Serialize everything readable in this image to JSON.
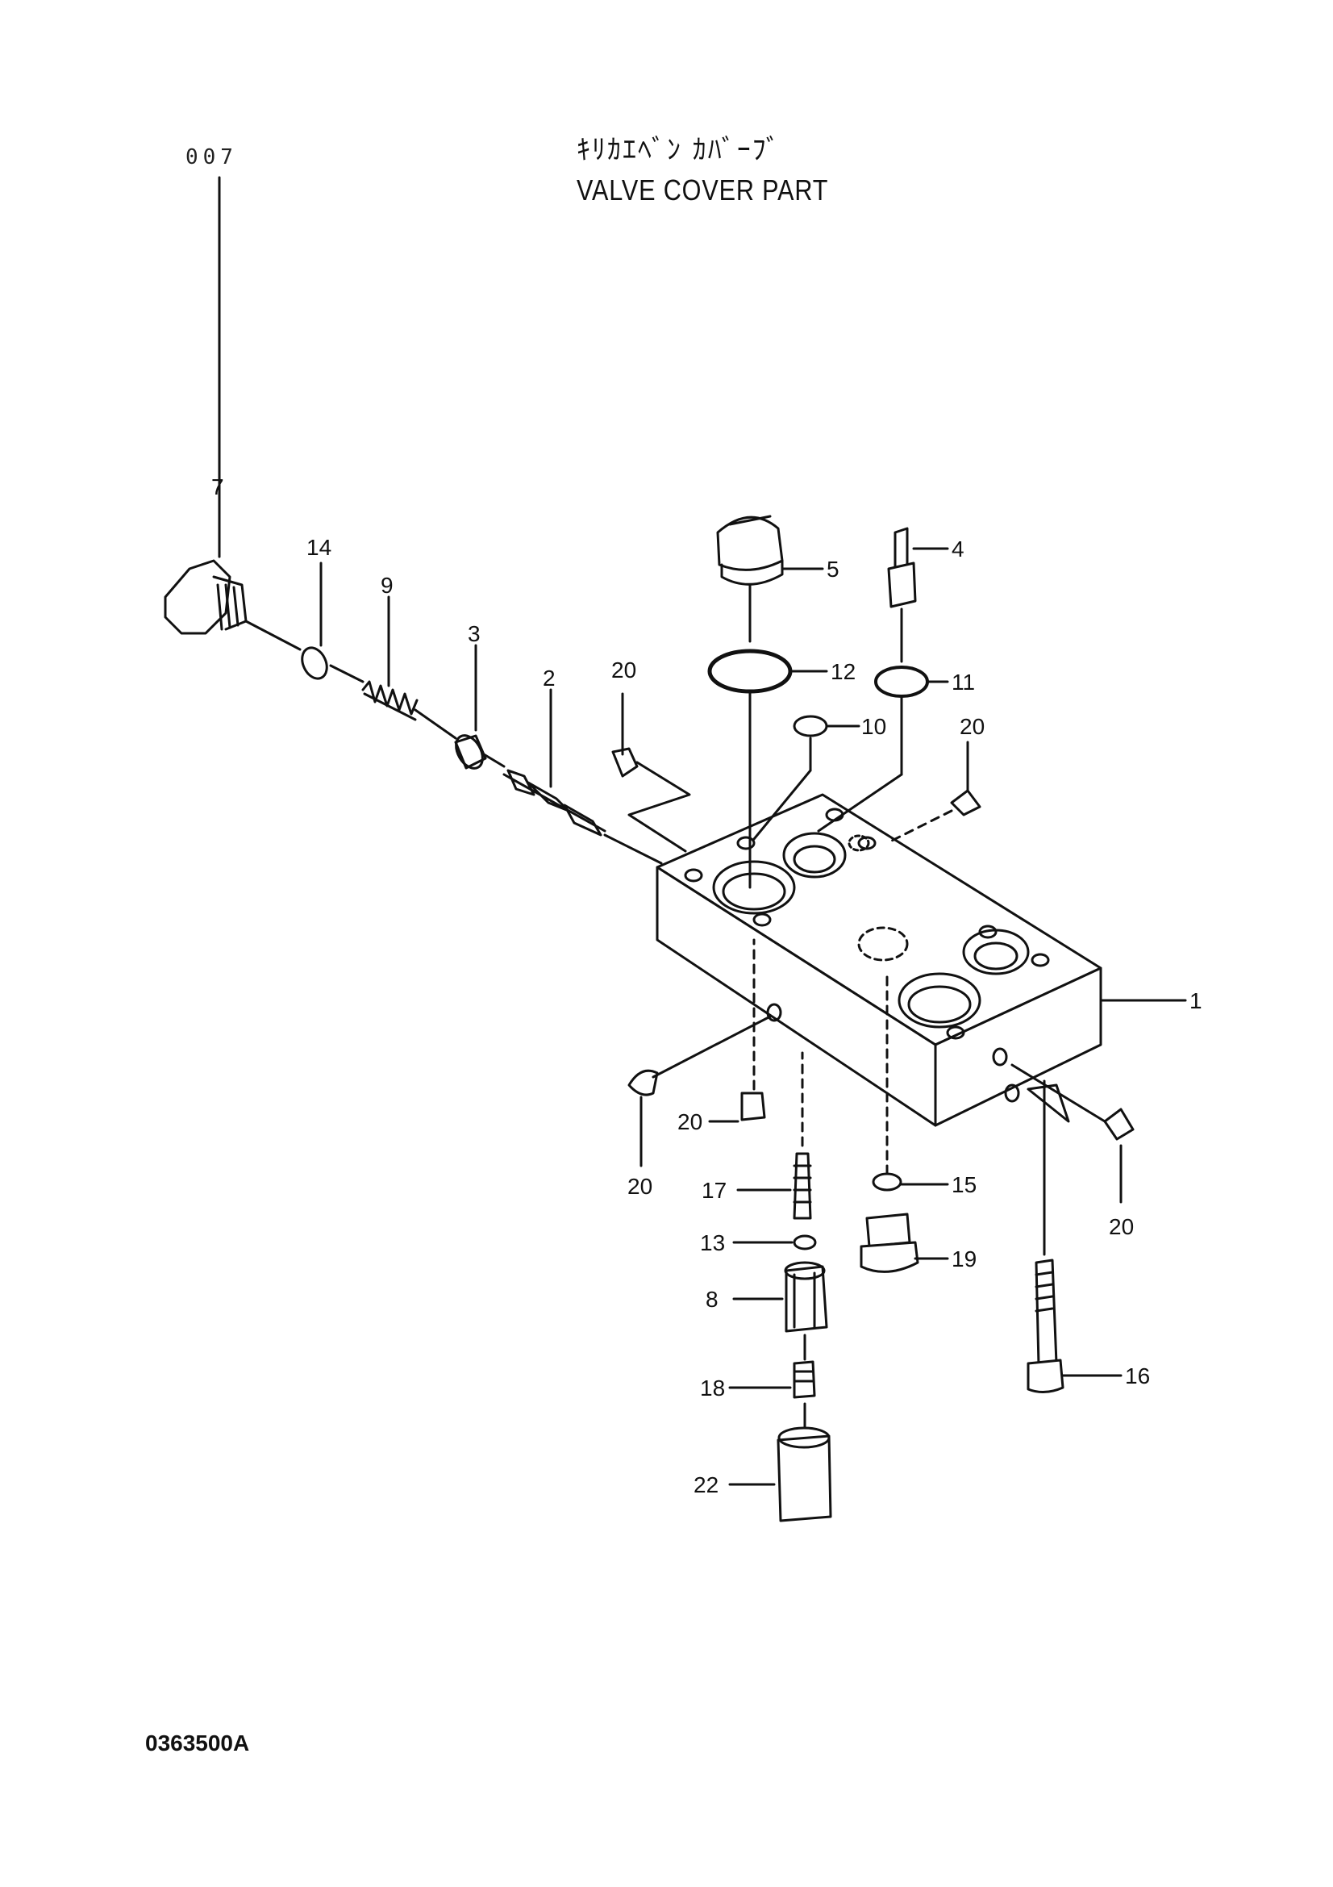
{
  "header": {
    "page_number": "007",
    "title_jp": "ｷﾘｶｴﾍﾞﾝ ｶﾊﾞｰﾌﾞ",
    "title_en": "VALVE COVER PART"
  },
  "footer": {
    "drawing_code": "0363500A"
  },
  "callouts": {
    "c1": "1",
    "c2": "2",
    "c3": "3",
    "c4": "4",
    "c5": "5",
    "c7": "7",
    "c8": "8",
    "c9": "9",
    "c10": "10",
    "c11": "11",
    "c12": "12",
    "c13": "13",
    "c14": "14",
    "c15": "15",
    "c16": "16",
    "c17": "17",
    "c18": "18",
    "c19": "19",
    "c20a": "20",
    "c20b": "20",
    "c20c": "20",
    "c20d": "20",
    "c20e": "20",
    "c22": "22"
  }
}
